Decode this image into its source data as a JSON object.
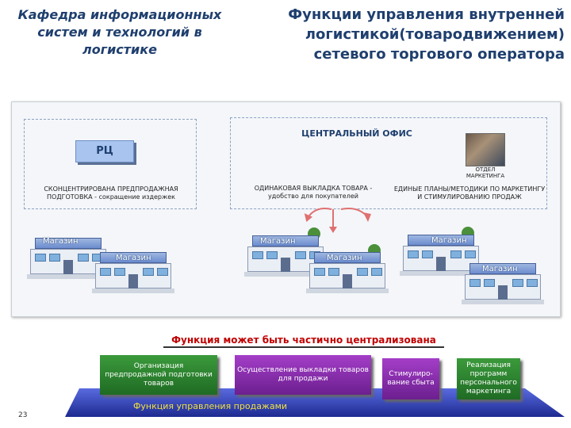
{
  "header": {
    "department": "Кафедра информационных систем и технологий в логистике",
    "title": "Функции управления внутренней логистикой(товародвижением) сетевого торгового оператора"
  },
  "diagram": {
    "rc_label": "РЦ",
    "central_office": "ЦЕНТРАЛЬНЫЙ ОФИС",
    "marketing_dept": "ОТДЕЛ МАРКЕТИНГА",
    "note_left": "СКОНЦЕНТРИРОВАНА ПРЕДПРОДАЖНАЯ ПОДГОТОВКА - сокращение издержек",
    "note_center_1": "ОДИНАКОВАЯ ВЫКЛАДКА ТОВАРА -",
    "note_center_2": "удобство для покупателей",
    "note_right": "ЕДИНЫЕ ПЛАНЫ/МЕТОДИКИ ПО МАРКЕТИНГУ И СТИМУЛИРОВАНИЮ ПРОДАЖ",
    "store_label": "Магазин"
  },
  "bottom": {
    "function_title": "Функция может быть частично централизована",
    "boxes": [
      "Организация предпродажной подготовки товаров",
      "Осуществление выкладки товаров для продажи",
      "Стимулиро-вание сбыта",
      "Реализация программ персонального маркетинга"
    ],
    "sales_label": "Функция управления продажами"
  },
  "page_number": "23",
  "colors": {
    "title": "#1f3f6e",
    "accent_red": "#c00000",
    "green_box": "#2e8b34",
    "violet_box": "#8a2fb0",
    "platform": "#2d3fb8"
  }
}
